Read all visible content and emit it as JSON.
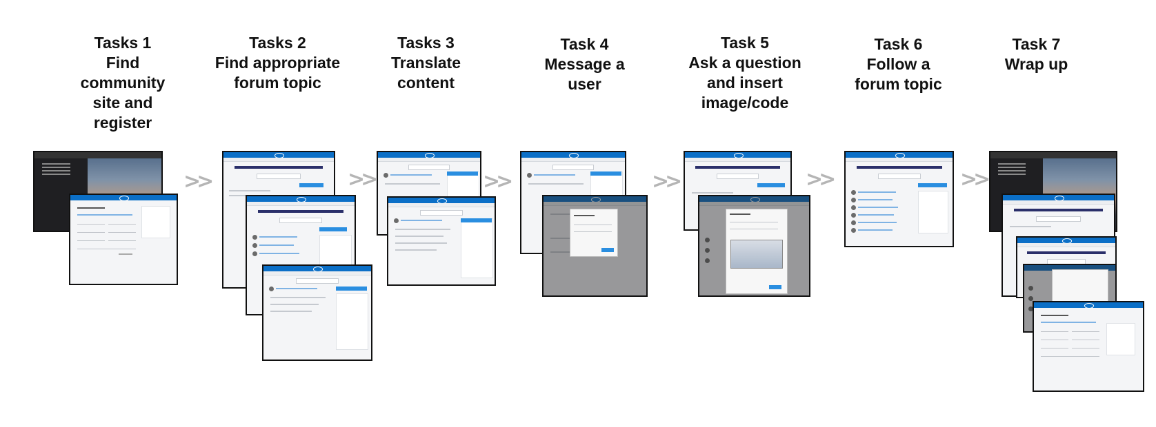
{
  "tasks": [
    {
      "title": "Tasks 1\nFind\ncommunity\nsite and\nregister"
    },
    {
      "title": "Tasks 2\nFind appropriate\nforum topic"
    },
    {
      "title": "Tasks 3\nTranslate\ncontent"
    },
    {
      "title": "Task 4\nMessage a\nuser"
    },
    {
      "title": "Task 5\nAsk a question\nand insert\nimage/code"
    },
    {
      "title": "Task 6\nFollow a\nforum topic"
    },
    {
      "title": "Task 7\nWrap up"
    }
  ],
  "arrow_glyph": ">>",
  "colors": {
    "header_blue": "#0b6fc7",
    "arrow_gray": "#b5b5b5",
    "frame_border": "#111111"
  }
}
